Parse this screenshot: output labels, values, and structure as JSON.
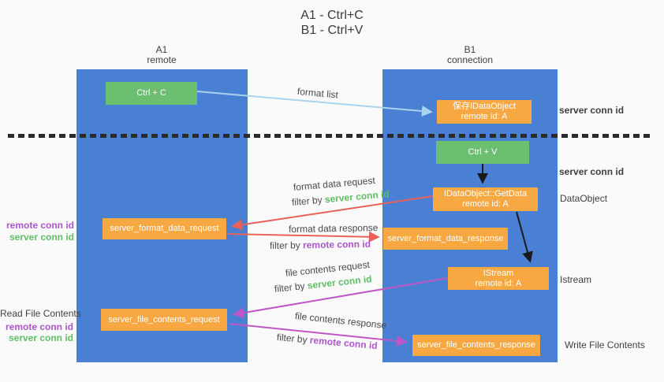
{
  "title": {
    "line1": "A1 - Ctrl+C",
    "line2": "B1 - Ctrl+V"
  },
  "columns": {
    "a": {
      "title": "A1",
      "subtitle": "remote"
    },
    "b": {
      "title": "B1",
      "subtitle": "connection"
    }
  },
  "nodes": {
    "ctrl_c": {
      "label": "Ctrl + C"
    },
    "ctrl_v": {
      "label": "Ctrl + V"
    },
    "save_dataobject": {
      "line1": "保存IDataObject",
      "line2": "remote id: A"
    },
    "getdata": {
      "line1": "IDataObject::GetData",
      "line2": "remote id: A"
    },
    "istream": {
      "line1": "IStream",
      "line2": "remote id: A"
    },
    "server_format_data_request": {
      "label": "server_format_data_request"
    },
    "server_format_data_response": {
      "label": "server_format_data_response"
    },
    "server_file_contents_request": {
      "label": "server_file_contents_request"
    },
    "server_file_contents_response": {
      "label": "server_file_contents_response"
    }
  },
  "side_labels": {
    "server_conn_id_top": "server conn id",
    "server_conn_id_mid": "server conn id",
    "dataobject": "DataObject",
    "istream": "Istream",
    "read_file_contents": "Read File Contents",
    "write_file_contents": "Write File Contents",
    "mid_left": {
      "remote": "remote conn id",
      "server": "server conn id"
    },
    "bottom_left": {
      "remote": "remote conn id",
      "server": "server conn id"
    }
  },
  "flow_labels": {
    "format_list": "format list",
    "format_data_request": "format data request",
    "format_data_response": "format data response",
    "file_contents_request": "file contents request",
    "file_contents_response": "file contents response",
    "filter_by": "filter by",
    "server_conn_id": "server conn id",
    "remote_conn_id": "remote conn id"
  },
  "colors": {
    "column_blue": "#4A80D3",
    "box_green": "#6CBE70",
    "box_orange": "#F7A843",
    "arrow_lightblue": "#A9D3EE",
    "arrow_black": "#1A1A1A",
    "arrow_red": "#E9625A",
    "arrow_purple": "#C056C6",
    "text_green": "#5FBE64",
    "text_purple": "#AC55CC",
    "background": "#FAFAFA"
  }
}
